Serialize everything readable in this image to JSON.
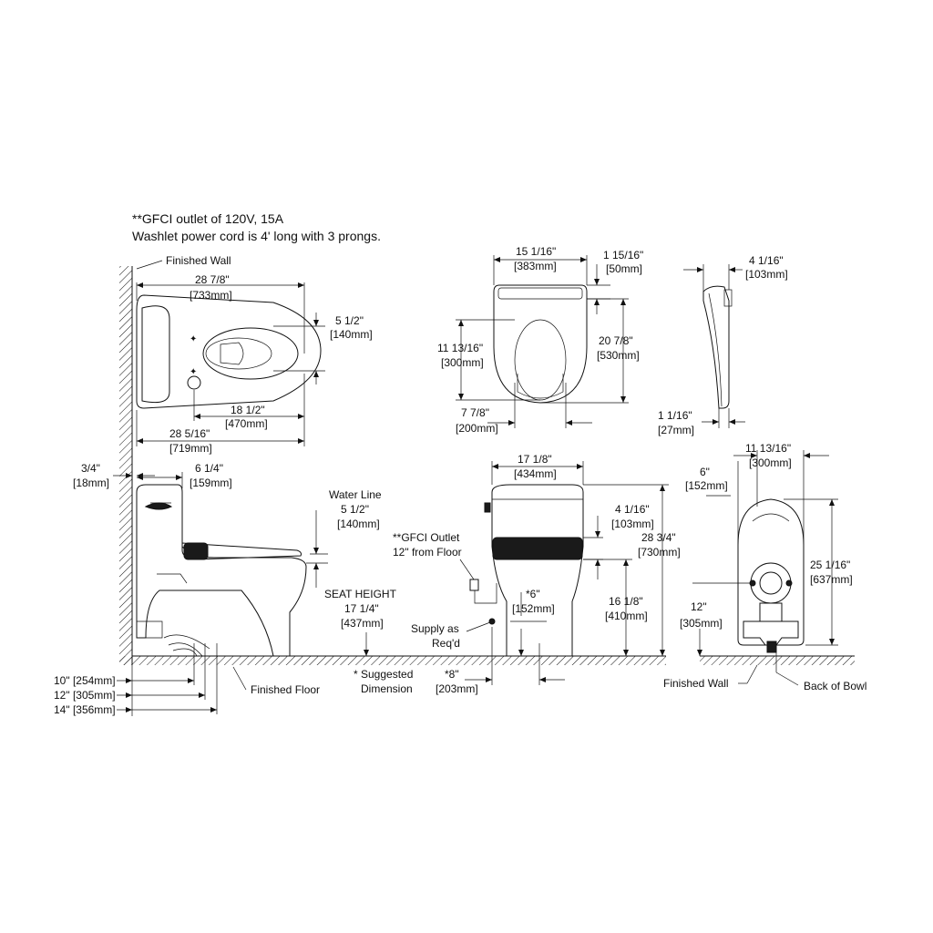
{
  "notes": {
    "line1": "**GFCI outlet of 120V, 15A",
    "line2": "Washlet power cord is 4' long with 3 prongs."
  },
  "top_view": {
    "finished_wall": "Finished Wall",
    "overall_len": "28 7/8\"",
    "overall_len_mm": "[733mm]",
    "bowl_width": "5 1/2\"",
    "bowl_width_mm": "[140mm]",
    "bowl_len": "18 1/2\"",
    "bowl_len_mm": "[470mm]",
    "base_len": "28 5/16\"",
    "base_len_mm": "[719mm]"
  },
  "seat_top": {
    "width": "15 1/16\"",
    "width_mm": "[383mm]",
    "hinge": "1 15/16\"",
    "hinge_mm": "[50mm]",
    "opening_len": "11 13/16\"",
    "opening_len_mm": "[300mm]",
    "length": "20 7/8\"",
    "length_mm": "[530mm]",
    "opening_width": "7 7/8\"",
    "opening_width_mm": "[200mm]"
  },
  "seat_side": {
    "height": "4 1/16\"",
    "height_mm": "[103mm]",
    "thickness": "1 1/16\"",
    "thickness_mm": "[27mm]"
  },
  "side_view": {
    "wall_gap": "3/4\"",
    "wall_gap_mm": "[18mm]",
    "tank_depth": "6 1/4\"",
    "tank_depth_mm": "[159mm]",
    "water_line_label": "Water Line",
    "water_line": "5 1/2\"",
    "water_line_mm": "[140mm]",
    "seat_height_label": "SEAT HEIGHT",
    "seat_height": "17 1/4\"",
    "seat_height_mm": "[437mm]",
    "rough_10": "10\" [254mm]",
    "rough_12": "12\" [305mm]",
    "rough_14": "14\" [356mm]",
    "finished_floor": "Finished Floor"
  },
  "front_view": {
    "width": "17 1/8\"",
    "width_mm": "[434mm]",
    "gfci_label": "**GFCI Outlet",
    "gfci_sub": "12\" from Floor",
    "supply_label": "Supply as",
    "supply_sub": "Req'd",
    "suggested": "* Suggested",
    "dimension": "Dimension",
    "supply_offset": "*6\"",
    "supply_offset_mm": "[152mm]",
    "supply_dist": "*8\"",
    "supply_dist_mm": "[203mm]",
    "seat_thick": "4 1/16\"",
    "seat_thick_mm": "[103mm]",
    "total_height": "28 3/4\"",
    "total_height_mm": "[730mm]",
    "rim_height": "16 1/8\"",
    "rim_height_mm": "[410mm]"
  },
  "back_view": {
    "width": "11 13/16\"",
    "width_mm": "[300mm]",
    "top_offset": "6\"",
    "top_offset_mm": "[152mm]",
    "height": "25 1/16\"",
    "height_mm": "[637mm]",
    "outlet_height": "12\"",
    "outlet_height_mm": "[305mm]",
    "finished_wall": "Finished Wall",
    "back_of_bowl": "Back of Bowl"
  }
}
